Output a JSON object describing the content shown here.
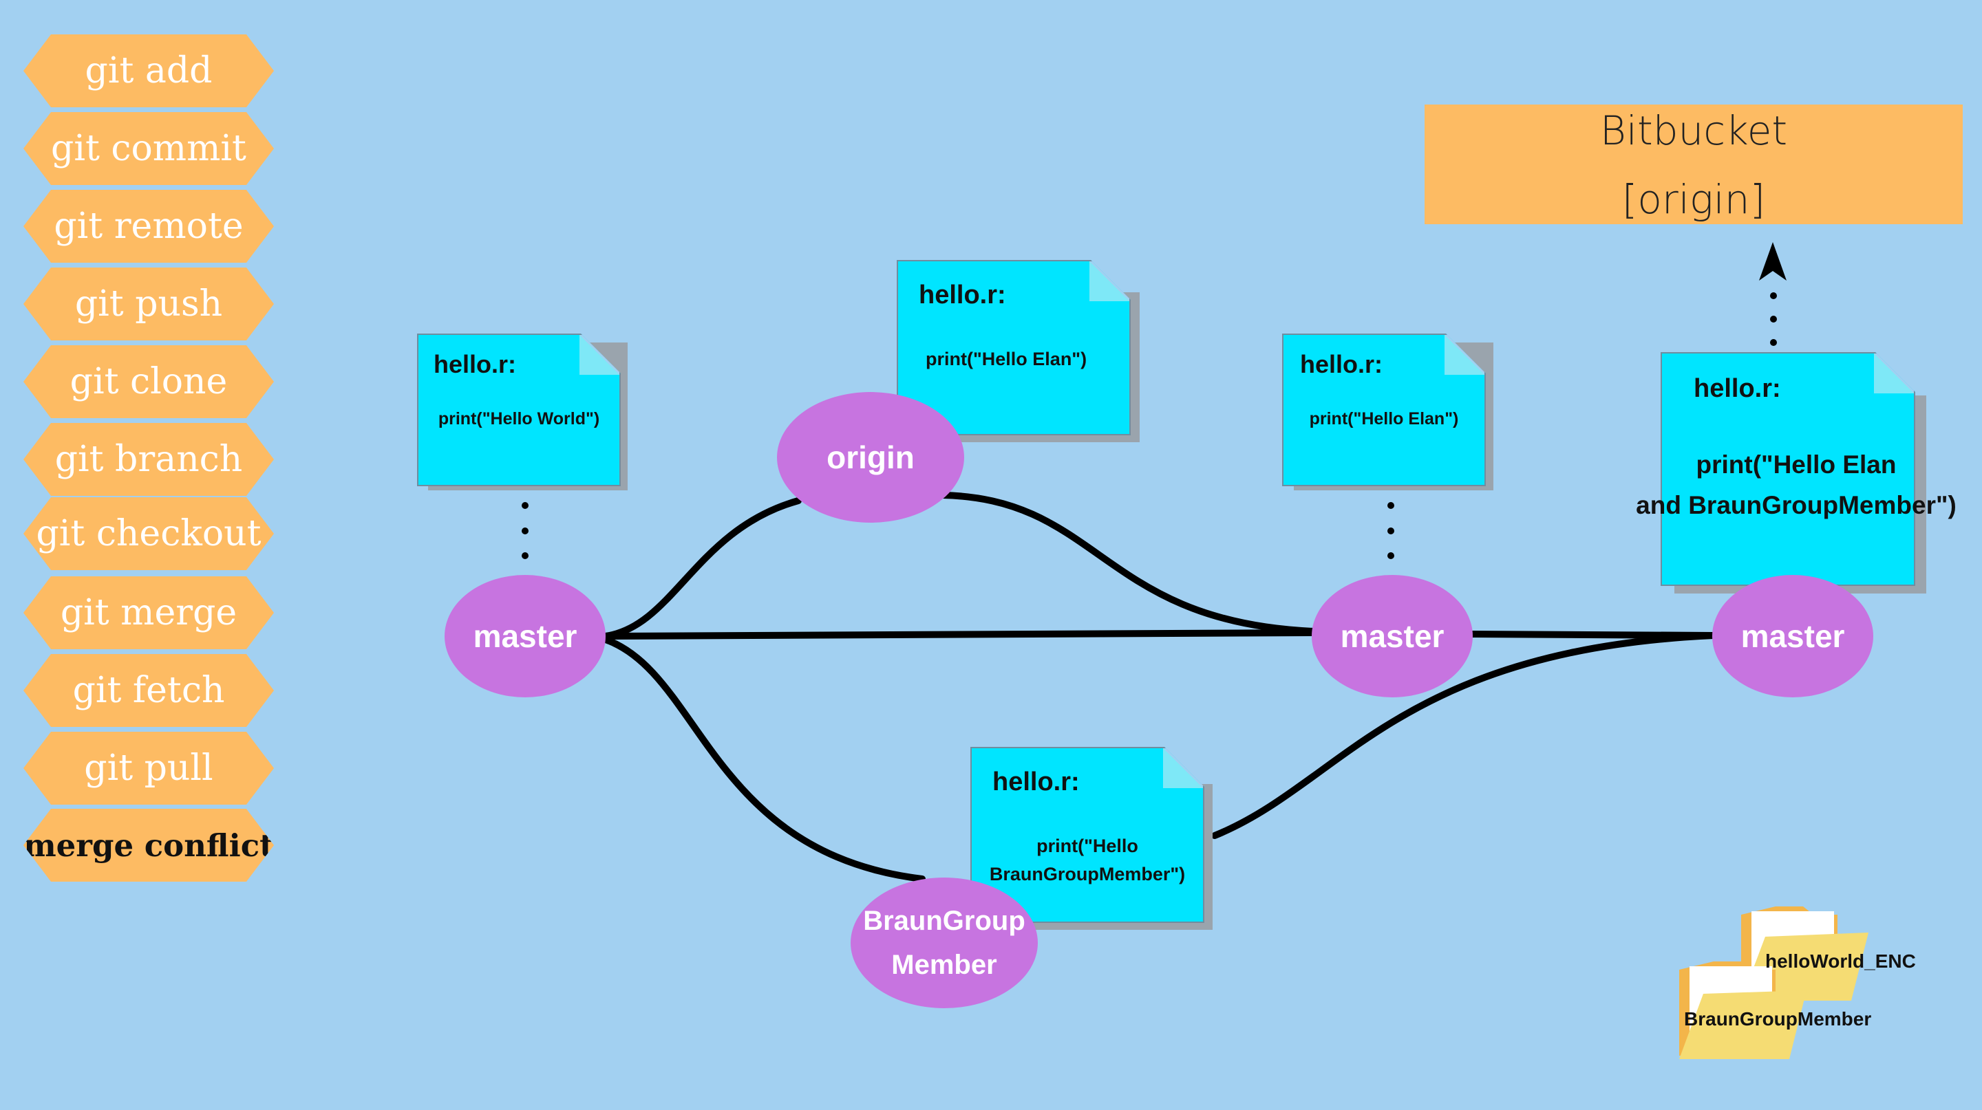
{
  "menu": {
    "items": [
      {
        "label": "git add"
      },
      {
        "label": "git commit"
      },
      {
        "label": "git remote"
      },
      {
        "label": "git push"
      },
      {
        "label": "git clone"
      },
      {
        "label": "git branch"
      },
      {
        "label": "git checkout"
      },
      {
        "label": "git merge"
      },
      {
        "label": "git fetch"
      },
      {
        "label": "git pull"
      },
      {
        "label": "merge conflict"
      }
    ]
  },
  "remote": {
    "line1": "Bitbucket",
    "line2": "[origin]"
  },
  "notes": {
    "n1": {
      "title": "hello.r:",
      "body": "print(\"Hello World\")"
    },
    "n2": {
      "title": "hello.r:",
      "body": "print(\"Hello Elan\")"
    },
    "n3": {
      "title": "hello.r:",
      "body": "print(\"Hello Elan\")"
    },
    "n4": {
      "title": "hello.r:",
      "body_line1": "print(\"Hello",
      "body_line2": "BraunGroupMember\")"
    },
    "n5": {
      "title": "hello.r:",
      "body_line1": "print(\"Hello Elan",
      "body_line2": "and BraunGroupMember\")"
    }
  },
  "nodes": {
    "master1": "master",
    "origin": "origin",
    "master2": "master",
    "master3": "master",
    "feature_line1": "BraunGroup",
    "feature_line2": "Member"
  },
  "folders": {
    "folder1": "helloWorld_ENC",
    "folder2": "BraunGroupMember"
  },
  "colors": {
    "background": "#a2d0f1",
    "menu": "#fdbb63",
    "note": "#00e5ff",
    "node": "#c774e0",
    "line": "#000000"
  }
}
